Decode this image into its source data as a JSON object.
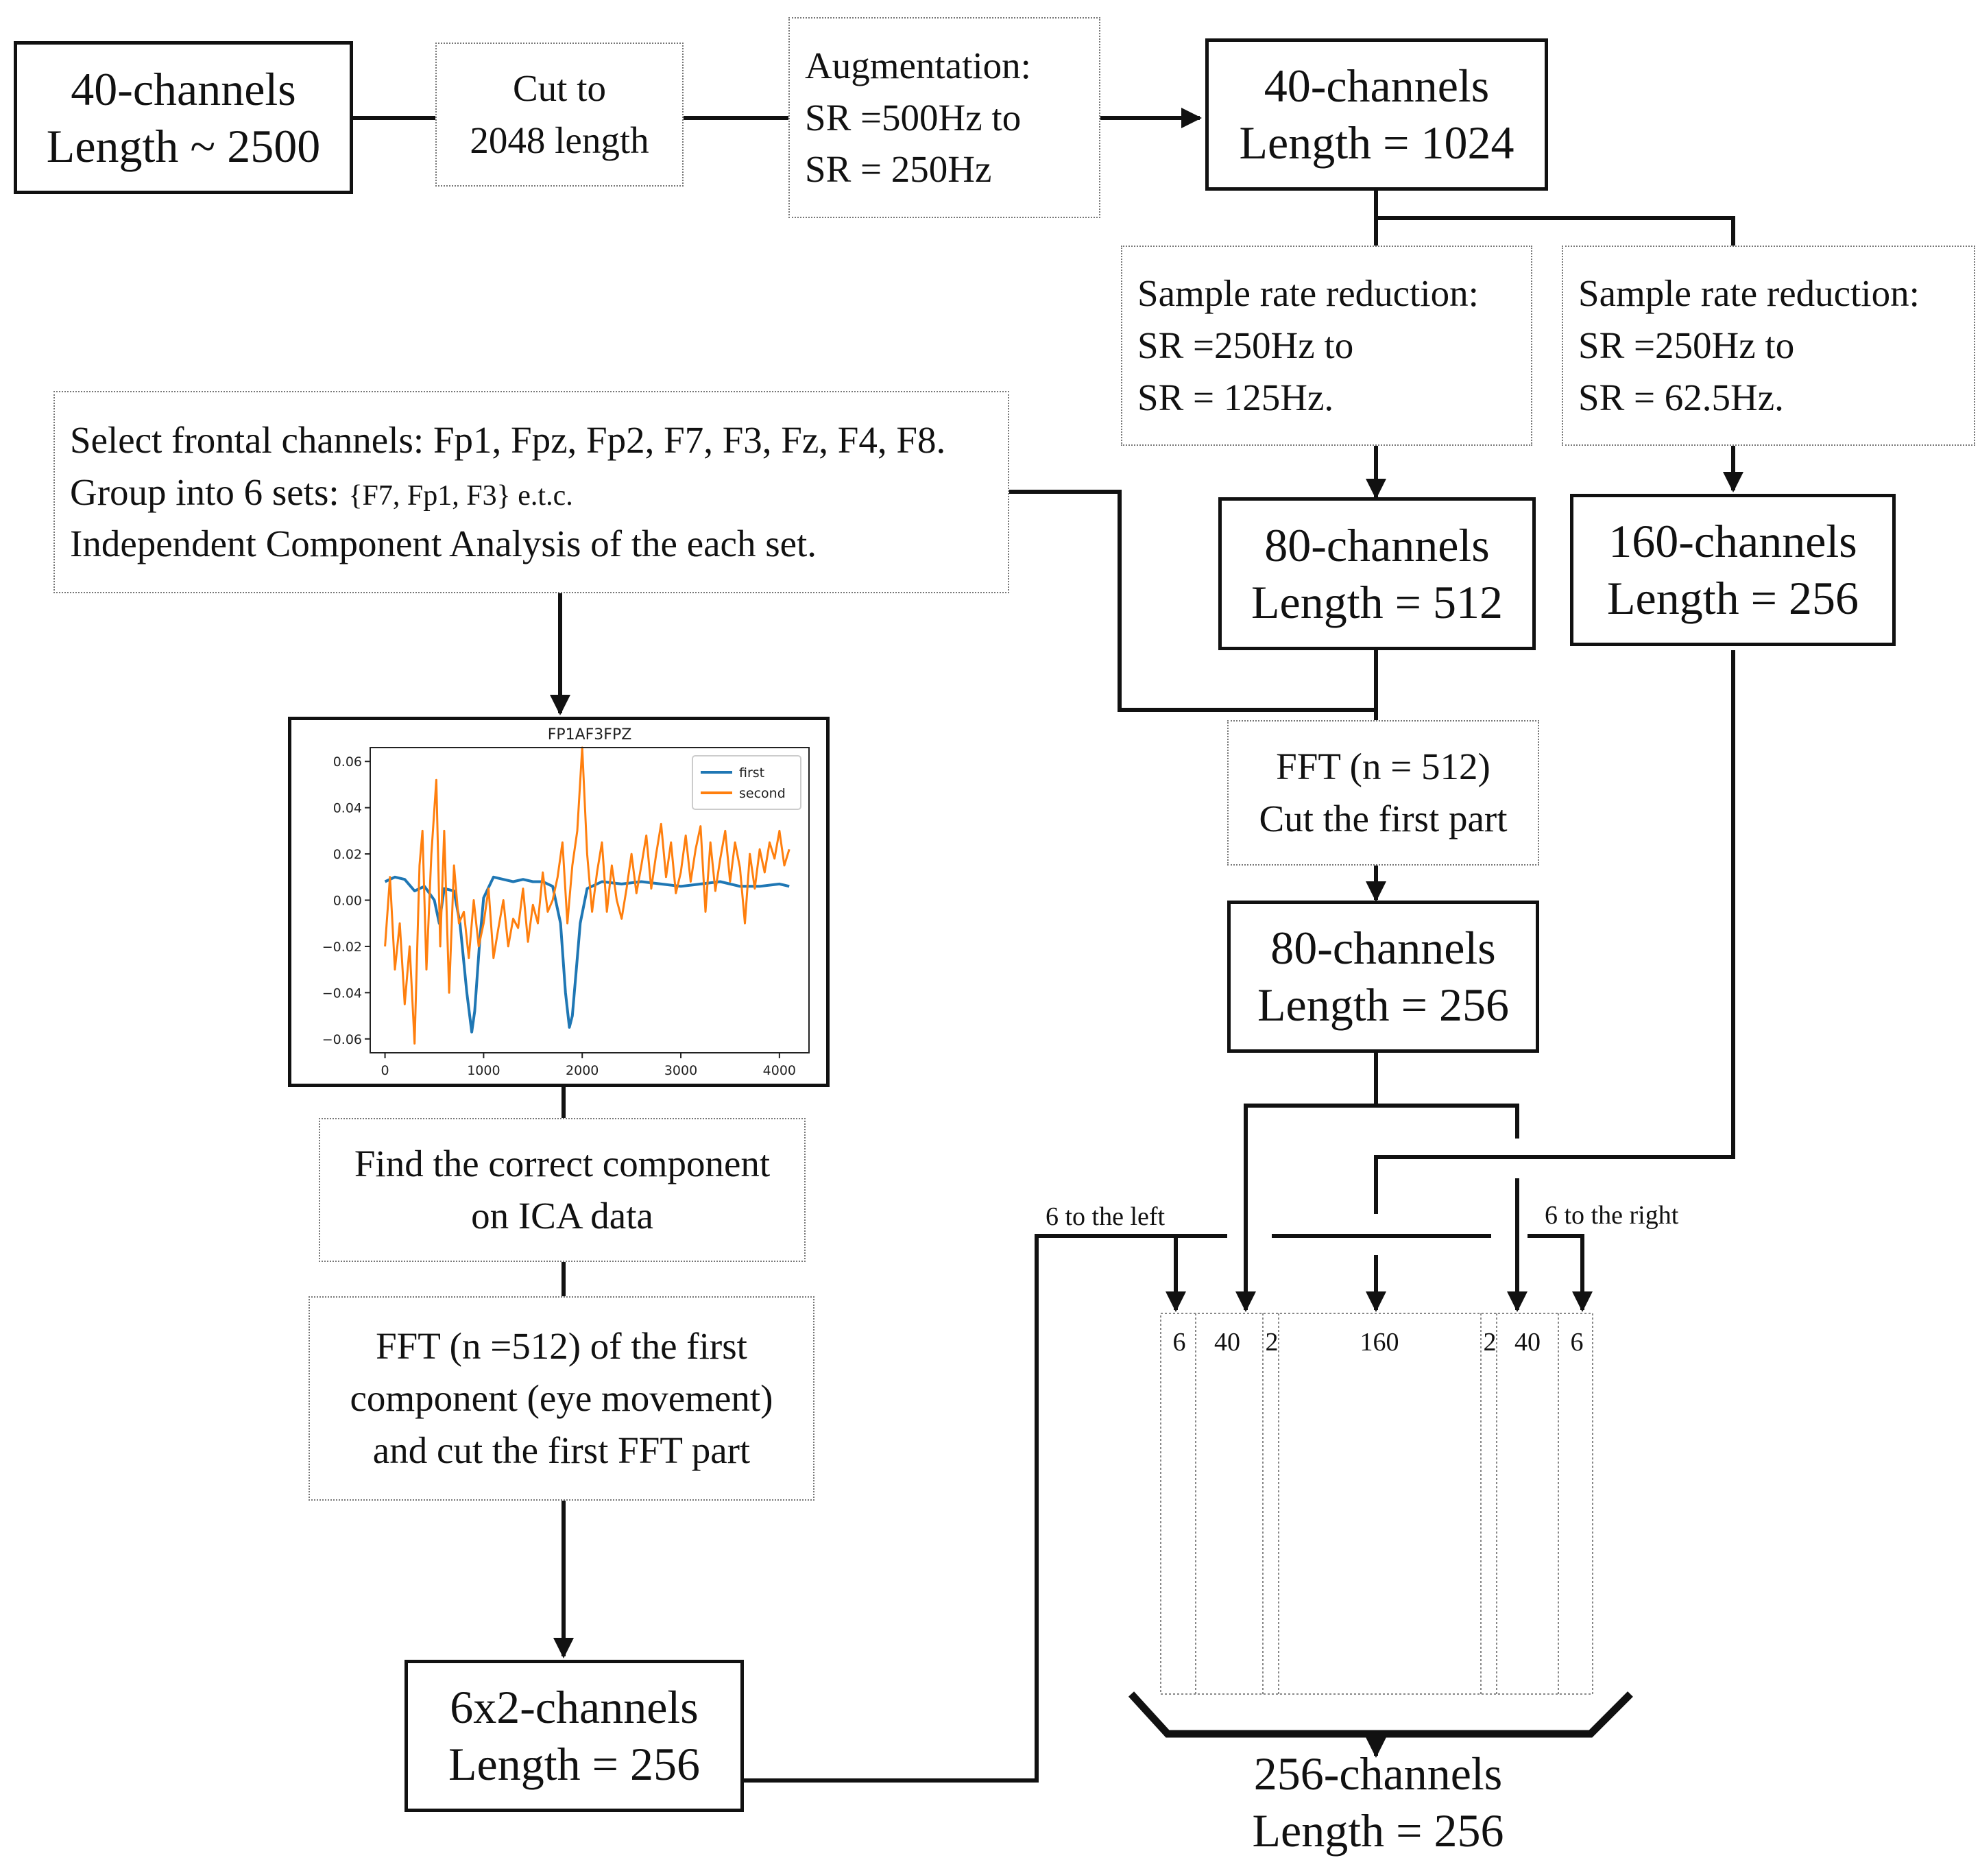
{
  "boxes": {
    "input": {
      "line1": "40-channels",
      "line2": "Length ~ 2500"
    },
    "cut": {
      "line1": "Cut to",
      "line2": "2048 length"
    },
    "augment": {
      "line1": "Augmentation:",
      "line2": "SR =500Hz to",
      "line3": "SR = 250Hz"
    },
    "ch40": {
      "line1": "40-channels",
      "line2": "Length = 1024"
    },
    "sr125": {
      "line1": "Sample rate reduction:",
      "line2": "SR =250Hz to",
      "line3": "SR = 125Hz."
    },
    "sr62": {
      "line1": "Sample rate reduction:",
      "line2": "SR =250Hz to",
      "line3": "SR = 62.5Hz."
    },
    "frontal": {
      "line1": "Select frontal channels: Fp1, Fpz, Fp2, F7, F3, Fz, F4, F8.",
      "line2a": "Group into 6 sets: ",
      "line2b": "{F7, Fp1, F3} e.t.c.",
      "line3": "Independent Component Analysis of the each set."
    },
    "ch80_512": {
      "line1": "80-channels",
      "line2": "Length = 512"
    },
    "ch160": {
      "line1": "160-channels",
      "line2": "Length = 256"
    },
    "fft512": {
      "line1": "FFT (n = 512)",
      "line2": "Cut the first part"
    },
    "ch80_256": {
      "line1": "80-channels",
      "line2": "Length = 256"
    },
    "findcomp": {
      "line1": "Find the correct component",
      "line2": "on ICA data"
    },
    "fftica": {
      "line1": "FFT (n =512) of the first",
      "line2": "component (eye movement)",
      "line3": "and cut the first FFT part"
    },
    "ch6x2": {
      "line1": "6x2-channels",
      "line2": "Length = 256"
    },
    "output": {
      "line1": "256-channels",
      "line2": "Length = 256"
    }
  },
  "labels": {
    "left_insert": "6 to the left",
    "right_insert": "6 to the right"
  },
  "columns": [
    "6",
    "40",
    "2",
    "160",
    "2",
    "40",
    "6"
  ],
  "chart_data": {
    "type": "line",
    "title": "FP1AF3FPZ",
    "xlabel": "",
    "ylabel": "",
    "xlim": [
      -150,
      4300
    ],
    "ylim": [
      -0.066,
      0.066
    ],
    "x_ticks": [
      "0",
      "1000",
      "2000",
      "3000",
      "4000"
    ],
    "y_ticks": [
      "0.06",
      "0.04",
      "0.02",
      "0.00",
      "−0.02",
      "−0.04",
      "−0.06"
    ],
    "grid": false,
    "legend": "top-right",
    "series": [
      {
        "name": "first",
        "color": "#1f77b4",
        "x": [
          0,
          100,
          200,
          300,
          400,
          450,
          500,
          550,
          600,
          700,
          760,
          830,
          880,
          910,
          960,
          1000,
          1100,
          1200,
          1300,
          1400,
          1500,
          1600,
          1700,
          1780,
          1830,
          1870,
          1900,
          1940,
          1980,
          2050,
          2200,
          2400,
          2600,
          2800,
          3000,
          3200,
          3400,
          3600,
          3800,
          4000,
          4100
        ],
        "y": [
          0.008,
          0.01,
          0.009,
          0.004,
          0.006,
          0.003,
          0.0,
          -0.01,
          0.005,
          0.004,
          -0.01,
          -0.04,
          -0.057,
          -0.048,
          -0.018,
          0.001,
          0.01,
          0.009,
          0.008,
          0.009,
          0.008,
          0.008,
          0.006,
          -0.01,
          -0.04,
          -0.055,
          -0.05,
          -0.03,
          -0.01,
          0.005,
          0.008,
          0.007,
          0.008,
          0.007,
          0.006,
          0.007,
          0.008,
          0.006,
          0.006,
          0.007,
          0.006
        ]
      },
      {
        "name": "second",
        "color": "#ff7f0e",
        "x": [
          0,
          50,
          100,
          150,
          200,
          250,
          300,
          350,
          380,
          420,
          470,
          520,
          560,
          600,
          650,
          700,
          750,
          800,
          850,
          900,
          950,
          1000,
          1050,
          1100,
          1150,
          1200,
          1250,
          1300,
          1350,
          1400,
          1450,
          1500,
          1550,
          1600,
          1650,
          1700,
          1750,
          1800,
          1850,
          1900,
          1950,
          2000,
          2050,
          2100,
          2150,
          2200,
          2250,
          2300,
          2350,
          2400,
          2450,
          2500,
          2550,
          2600,
          2650,
          2700,
          2750,
          2800,
          2850,
          2900,
          2950,
          3000,
          3050,
          3100,
          3150,
          3200,
          3250,
          3300,
          3350,
          3400,
          3450,
          3500,
          3550,
          3600,
          3650,
          3700,
          3750,
          3800,
          3850,
          3900,
          3950,
          4000,
          4050,
          4100
        ],
        "y": [
          -0.02,
          0.01,
          -0.03,
          -0.01,
          -0.045,
          -0.02,
          -0.062,
          0.015,
          0.03,
          -0.03,
          0.02,
          0.052,
          -0.02,
          0.03,
          -0.04,
          0.015,
          -0.01,
          -0.005,
          -0.025,
          0.0,
          -0.02,
          -0.01,
          0.005,
          -0.025,
          -0.012,
          0.0,
          -0.02,
          -0.008,
          -0.012,
          0.005,
          -0.018,
          -0.002,
          -0.01,
          0.012,
          -0.005,
          0.0,
          0.01,
          0.025,
          -0.01,
          0.015,
          0.03,
          0.066,
          0.02,
          -0.005,
          0.012,
          0.025,
          -0.005,
          0.015,
          0.0,
          -0.008,
          0.005,
          0.02,
          0.003,
          0.015,
          0.028,
          0.005,
          0.02,
          0.033,
          0.01,
          0.025,
          0.003,
          0.012,
          0.028,
          0.008,
          0.022,
          0.032,
          -0.005,
          0.025,
          0.004,
          0.018,
          0.03,
          0.008,
          0.025,
          0.014,
          -0.01,
          0.02,
          0.005,
          0.022,
          0.012,
          0.025,
          0.018,
          0.03,
          0.015,
          0.022
        ]
      }
    ]
  }
}
